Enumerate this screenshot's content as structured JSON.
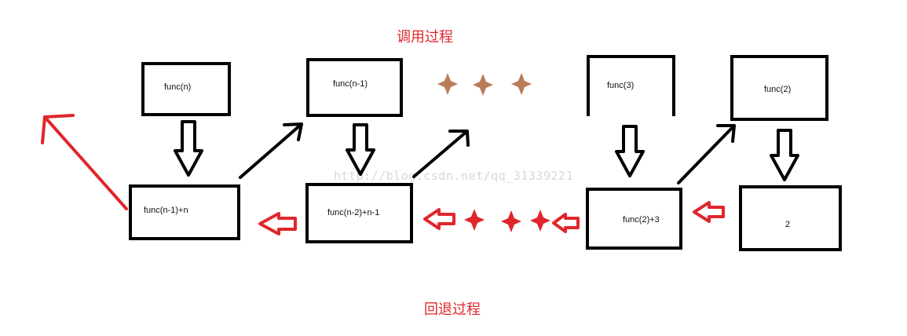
{
  "title_call": "调用过程",
  "title_return": "回退过程",
  "watermark": "http://blog.csdn.net/qq_31339221",
  "call_boxes": [
    "func(n)",
    "func(n-1)",
    "func(3)",
    "func(2)"
  ],
  "return_boxes": [
    "func(n-1)+n",
    "func(n-2)+n-1",
    "func(2)+3",
    "2"
  ],
  "colors": {
    "call_arrow": "#000000",
    "return_arrow": "#e0262b",
    "ellipsis_top": "#b87d58",
    "ellipsis_bottom": "#e0262b"
  }
}
